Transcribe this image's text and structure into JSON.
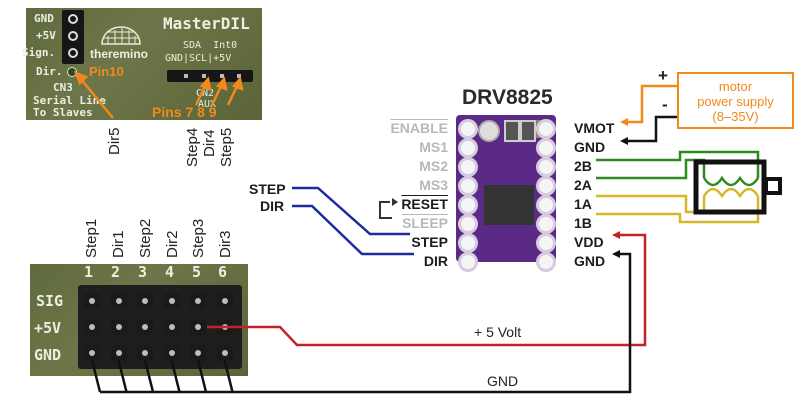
{
  "masterdil": {
    "title": "MasterDIL",
    "brand": "theremino",
    "cn3_labels": [
      "GND",
      "+5V",
      "Sign.",
      "Dir."
    ],
    "pin10": "Pin10",
    "cn3": "CN3",
    "serial_line_1": "Serial Line",
    "serial_line_2": "To Slaves",
    "aux_top": "SDA  Int0",
    "aux_bottom": "GND|SCL|+5V",
    "cn2": "CN2",
    "aux": "AUX",
    "pins_789": "Pins 7 8 9",
    "below_labels": {
      "dir5": "Dir5",
      "step4": "Step4",
      "dir4": "Dir4",
      "step5": "Step5"
    }
  },
  "header_board": {
    "column_labels": [
      "Step1",
      "Dir1",
      "Step2",
      "Dir2",
      "Step3",
      "Dir3"
    ],
    "column_numbers": [
      "1",
      "2",
      "3",
      "4",
      "5",
      "6"
    ],
    "row_labels": [
      "SIG",
      "+5V",
      "GND"
    ]
  },
  "driver": {
    "title": "DRV8825",
    "left_pins": [
      {
        "label": "ENABLE",
        "overline": true,
        "active": false
      },
      {
        "label": "MS1",
        "overline": false,
        "active": false
      },
      {
        "label": "MS2",
        "overline": false,
        "active": false
      },
      {
        "label": "MS3",
        "overline": false,
        "active": false
      },
      {
        "label": "RESET",
        "overline": true,
        "active": true
      },
      {
        "label": "SLEEP",
        "overline": true,
        "active": false
      },
      {
        "label": "STEP",
        "overline": false,
        "active": true
      },
      {
        "label": "DIR",
        "overline": false,
        "active": true
      }
    ],
    "right_pins": [
      "VMOT",
      "GND",
      "2B",
      "2A",
      "1A",
      "1B",
      "VDD",
      "GND"
    ]
  },
  "signals": {
    "step": "STEP",
    "dir": "DIR"
  },
  "power_supply": {
    "line1": "motor",
    "line2": "power supply",
    "line3": "(8–35V)",
    "plus": "+",
    "minus": "-"
  },
  "wires": {
    "plus5": "+ 5 Volt",
    "gnd": "GND"
  },
  "colors": {
    "orange": "#f08a1c",
    "blue": "#1f2a9e",
    "green": "#2c8a1e",
    "yellow": "#d8b62a",
    "red": "#c4222a",
    "black": "#111111",
    "driver_purple": "#5b2a86"
  }
}
